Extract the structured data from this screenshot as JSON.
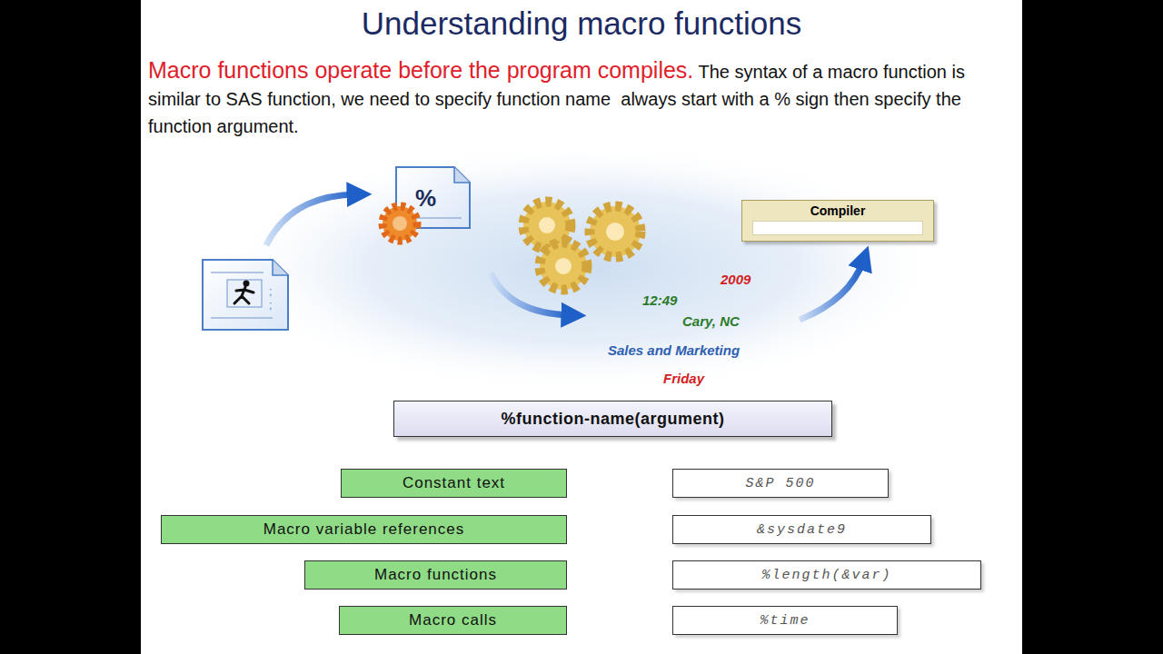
{
  "diagram": {
    "title": "Understanding macro functions",
    "nodes": [
      {
        "text": [
          "Compiler"
        ]
      },
      {
        "text": [
          "%function-name(argument)"
        ]
      },
      {
        "text": [
          "Constant text"
        ]
      },
      {
        "text": [
          "S&P 500"
        ]
      },
      {
        "text": [
          "Macro variable references"
        ]
      },
      {
        "text": [
          "&sysdate9"
        ]
      },
      {
        "text": [
          "Macro functions"
        ]
      },
      {
        "text": [
          "%length(&var)"
        ]
      },
      {
        "text": [
          "Macro calls"
        ]
      },
      {
        "text": [
          "%time"
        ]
      }
    ],
    "labels": [
      "Macro functions operate before the program compiles.",
      "The syntax of a macro function is similar to SAS function, we need to specify function name  always start with a % sign then specify the function argument.",
      "2009",
      "12:49",
      "Cary, NC",
      "Sales and Marketing",
      "Friday"
    ]
  }
}
